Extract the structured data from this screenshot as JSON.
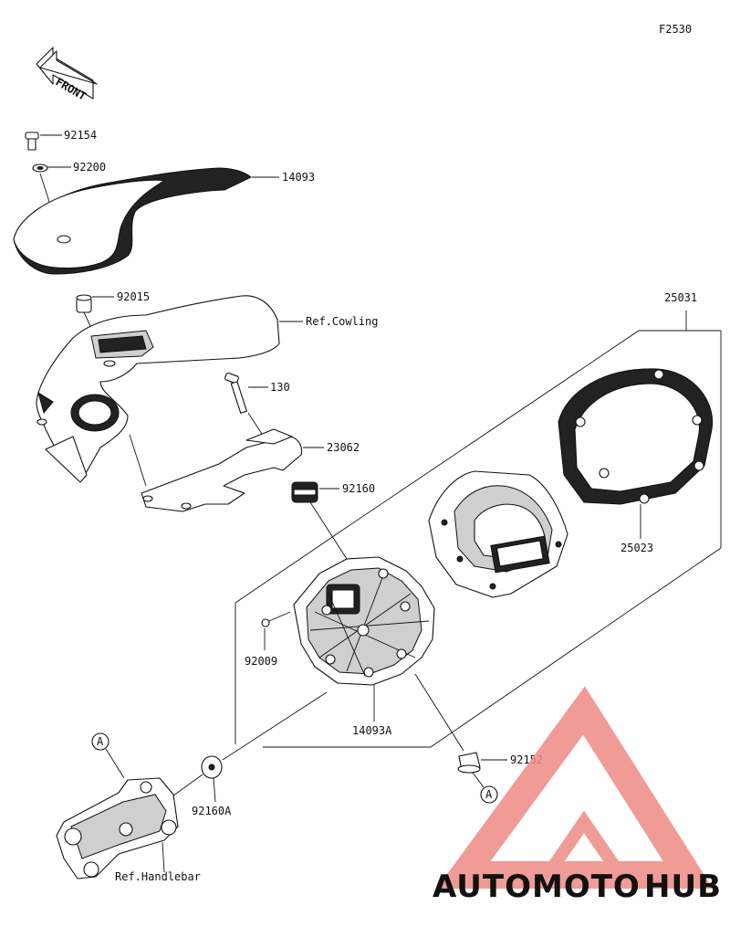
{
  "figure_code": "F2530",
  "front_label": "FRONT",
  "callouts": {
    "p92154": "92154",
    "p92200": "92200",
    "p14093": "14093",
    "p92015": "92015",
    "ref_cowling": "Ref.Cowling",
    "p130": "130",
    "p23062": "23062",
    "p92160": "92160",
    "p25031": "25031",
    "p25023": "25023",
    "p92009": "92009",
    "p14093A": "14093A",
    "p92152": "92152",
    "p92160A": "92160A",
    "ref_handlebar": "Ref.Handlebar",
    "marker_a_left": "A",
    "marker_a_right": "A"
  },
  "watermark": {
    "part1": "AUTO",
    "part2": "MOTO",
    "part3": "HUB",
    "color_orange": "#f4b860",
    "color_red": "#ef8a86",
    "color_grey": "#8c8c8c"
  }
}
